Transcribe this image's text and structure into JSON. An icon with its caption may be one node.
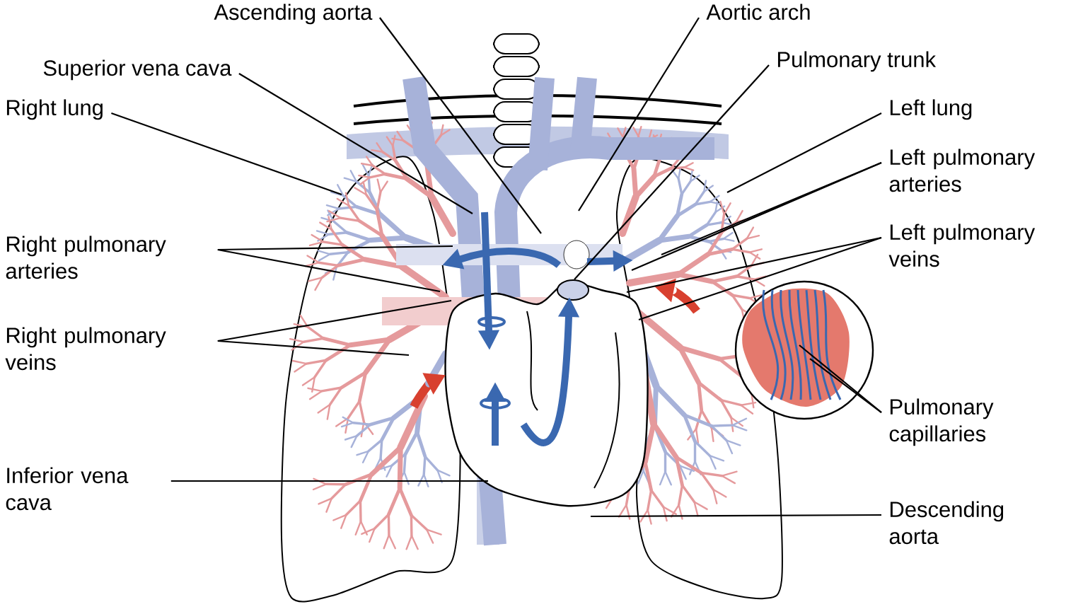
{
  "diagram": {
    "nodes": [
      {
        "text": [
          "Ascending aorta"
        ]
      },
      {
        "text": [
          "Aortic arch"
        ]
      },
      {
        "text": [
          "Superior vena cava"
        ]
      },
      {
        "text": [
          "Pulmonary trunk"
        ]
      },
      {
        "text": [
          "Right lung"
        ]
      },
      {
        "text": [
          "Left lung"
        ]
      },
      {
        "text": [
          "Right pulmonary arteries"
        ]
      },
      {
        "text": [
          "Left pulmonary arteries"
        ]
      },
      {
        "text": [
          "Left pulmonary veins"
        ]
      },
      {
        "text": [
          "Right pulmonary veins"
        ]
      },
      {
        "text": [
          "Pulmonary capillaries"
        ]
      },
      {
        "text": [
          "Inferior vena cava"
        ]
      },
      {
        "text": [
          "Descending aorta"
        ]
      }
    ],
    "edges": [
      {
        "from": 0,
        "to": null,
        "arrow": "none"
      },
      {
        "from": 1,
        "to": null,
        "arrow": "none"
      },
      {
        "from": 2,
        "to": null,
        "arrow": "none"
      },
      {
        "from": 3,
        "to": null,
        "arrow": "none"
      },
      {
        "from": 4,
        "to": null,
        "arrow": "none"
      },
      {
        "from": 5,
        "to": null,
        "arrow": "none"
      },
      {
        "from": 6,
        "to": null,
        "arrow": "none"
      },
      {
        "from": 6,
        "to": null,
        "arrow": "none"
      },
      {
        "from": 7,
        "to": null,
        "arrow": "none"
      },
      {
        "from": 7,
        "to": null,
        "arrow": "none"
      },
      {
        "from": 8,
        "to": null,
        "arrow": "none"
      },
      {
        "from": 8,
        "to": null,
        "arrow": "none"
      },
      {
        "from": 9,
        "to": null,
        "arrow": "none"
      },
      {
        "from": 9,
        "to": null,
        "arrow": "none"
      },
      {
        "from": 10,
        "to": null,
        "arrow": "none"
      },
      {
        "from": 10,
        "to": null,
        "arrow": "none"
      },
      {
        "from": 11,
        "to": null,
        "arrow": "none"
      },
      {
        "from": 12,
        "to": null,
        "arrow": "none"
      }
    ]
  }
}
